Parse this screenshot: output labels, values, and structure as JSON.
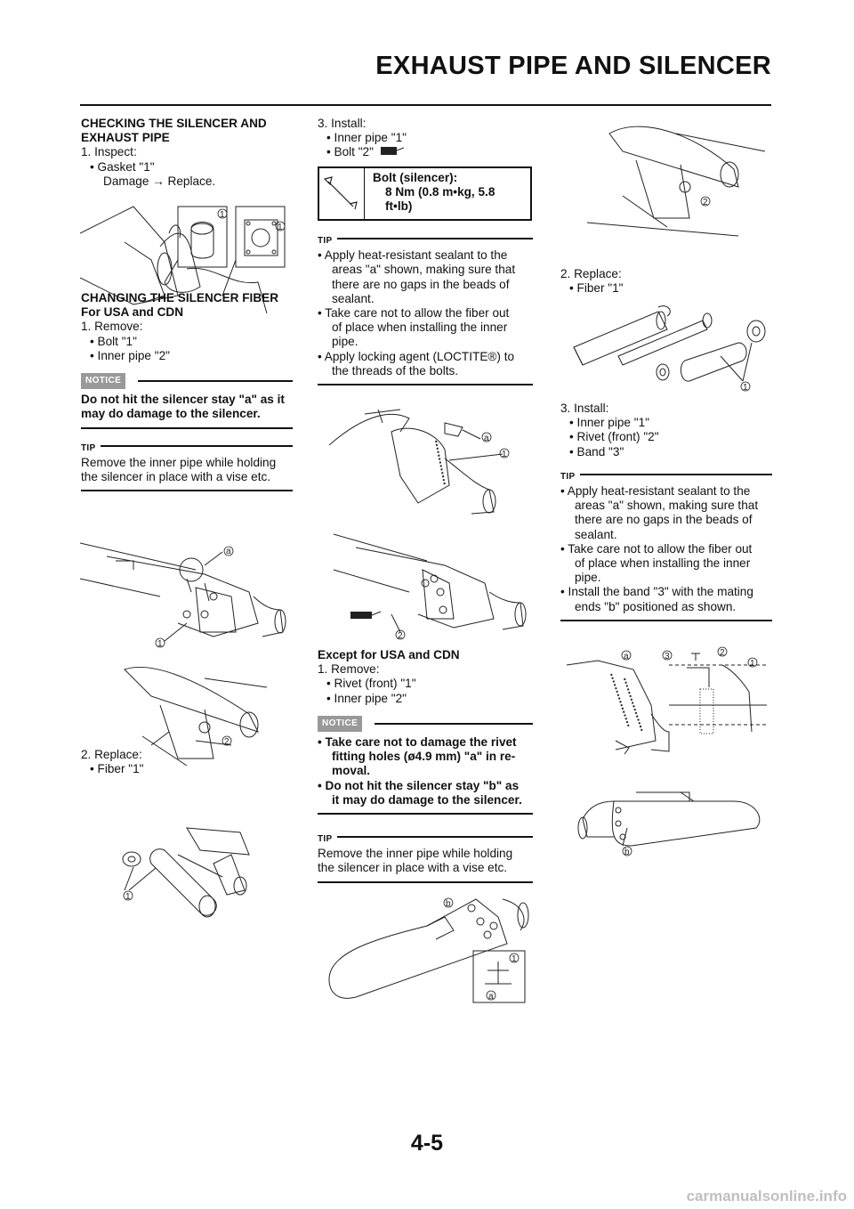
{
  "header": {
    "title": "EXHAUST PIPE AND SILENCER"
  },
  "col1": {
    "heading1": "CHECKING THE SILENCER AND",
    "heading1b": "EXHAUST PIPE",
    "step1": "1.  Inspect:",
    "b1": "•  Gasket \"1\"",
    "b1b": "Damage → Replace.",
    "heading2": "CHANGING THE SILENCER FIBER",
    "heading2b": "For USA and CDN",
    "step2": "1.  Remove:",
    "b2": "•  Bolt \"1\"",
    "b3": "•  Inner pipe \"2\"",
    "notice_tag": "NOTICE",
    "notice_l1": "Do not hit the silencer stay \"a\" as it",
    "notice_l2": "may do damage to the silencer.",
    "tip_tag": "TIP",
    "tip_l1": "Remove the inner pipe while holding",
    "tip_l2": "the silencer in place with a vise etc.",
    "step3": "2.  Replace:",
    "b4": "•  Fiber \"1\""
  },
  "col2": {
    "step1": "3.  Install:",
    "b1": "•  Inner pipe \"1\"",
    "b2": "•  Bolt \"2\"",
    "spec_l1": "Bolt (silencer):",
    "spec_l2": "8 Nm (0.8 m•kg, 5.8",
    "spec_l3": "ft•lb)",
    "tip_tag": "TIP",
    "tip_l1": "•  Apply heat-resistant sealant to the",
    "tip_l2": "areas \"a\" shown, making sure that",
    "tip_l3": "there are no gaps in the beads of",
    "tip_l4": "sealant.",
    "tip_l5": "•  Take care not to allow the fiber out",
    "tip_l6": "of place when installing the inner",
    "tip_l7": "pipe.",
    "tip_l8": "•  Apply locking agent (LOCTITE®) to",
    "tip_l9": "the threads of the bolts.",
    "heading": "Except for USA and CDN",
    "step2": "1.  Remove:",
    "b3": "•  Rivet (front) \"1\"",
    "b4": "•  Inner pipe \"2\"",
    "notice_tag": "NOTICE",
    "notice_l1": "•  Take care not to damage the rivet",
    "notice_l2": "fitting holes (ø4.9 mm) \"a\" in re-",
    "notice_l3": "moval.",
    "notice_l4": "•  Do not hit the silencer stay \"b\" as",
    "notice_l5": "it may do damage to the silencer.",
    "tip2_tag": "TIP",
    "tip2_l1": "Remove the inner pipe while holding",
    "tip2_l2": "the silencer in place with a vise etc."
  },
  "col3": {
    "step1": "2.  Replace:",
    "b1": "•  Fiber \"1\"",
    "step2": "3.  Install:",
    "b2": "•  Inner pipe \"1\"",
    "b3": "•  Rivet (front) \"2\"",
    "b4": "•  Band \"3\"",
    "tip_tag": "TIP",
    "tip_l1": "•  Apply heat-resistant sealant to the",
    "tip_l2": "areas \"a\" shown, making sure that",
    "tip_l3": "there are no gaps in the beads of",
    "tip_l4": "sealant.",
    "tip_l5": "•  Take care not to allow the fiber out",
    "tip_l6": "of place when installing the inner",
    "tip_l7": "pipe.",
    "tip_l8": "•  Install the band \"3\" with the mating",
    "tip_l9": "ends \"b\" positioned as shown."
  },
  "callouts": {
    "one": "1",
    "two": "2",
    "three": "3",
    "a": "a",
    "b": "b"
  },
  "page_number": "4-5",
  "footer": "carmanualsonline.info"
}
